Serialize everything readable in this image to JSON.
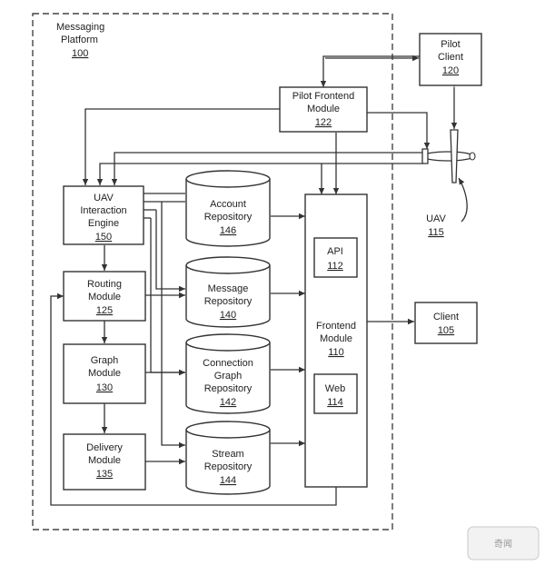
{
  "platform": {
    "label_line1": "Messaging",
    "label_line2": "Platform",
    "number": "100"
  },
  "pilot_client": {
    "line1": "Pilot",
    "line2": "Client",
    "number": "120"
  },
  "pilot_frontend": {
    "line1": "Pilot Frontend",
    "line2": "Module",
    "number": "122"
  },
  "uav_engine": {
    "line1": "UAV",
    "line2": "Interaction",
    "line3": "Engine",
    "number": "150"
  },
  "account_repo": {
    "line1": "Account",
    "line2": "Repository",
    "number": "146"
  },
  "message_repo": {
    "line1": "Message",
    "line2": "Repository",
    "number": "140"
  },
  "connection_repo": {
    "line1": "Connection",
    "line2": "Graph",
    "line3": "Repository",
    "number": "142"
  },
  "stream_repo": {
    "line1": "Stream",
    "line2": "Repository",
    "number": "144"
  },
  "routing": {
    "line1": "Routing",
    "line2": "Module",
    "number": "125"
  },
  "graph": {
    "line1": "Graph",
    "line2": "Module",
    "number": "130"
  },
  "delivery": {
    "line1": "Delivery",
    "line2": "Module",
    "number": "135"
  },
  "frontend": {
    "line1": "Frontend",
    "line2": "Module",
    "number": "110",
    "api": {
      "label": "API",
      "number": "112"
    },
    "web": {
      "label": "Web",
      "number": "114"
    }
  },
  "client": {
    "label": "Client",
    "number": "105"
  },
  "uav": {
    "label": "UAV",
    "number": "115"
  },
  "watermark": "奇闻"
}
